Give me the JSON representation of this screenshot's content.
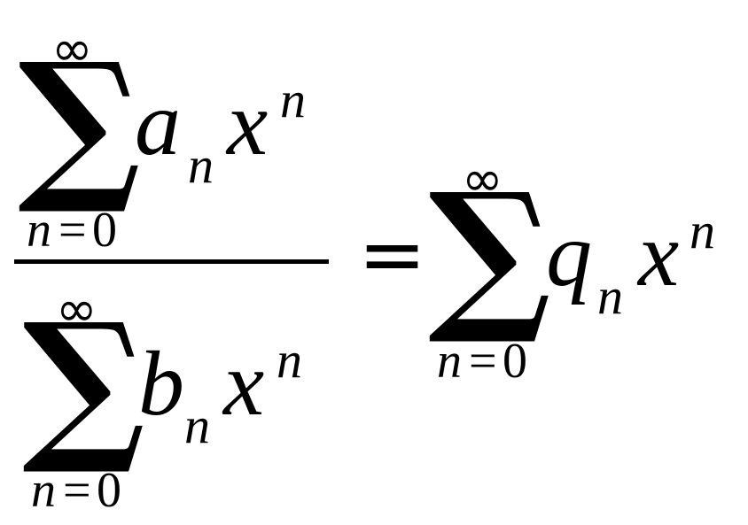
{
  "numerator": {
    "upper_limit": "∞",
    "sum_symbol": "∑",
    "coefficient": "a",
    "coefficient_index": "n",
    "variable": "x",
    "exponent": "n",
    "lower_limit_var": "n",
    "lower_limit_eq": "=",
    "lower_limit_val": "0"
  },
  "denominator": {
    "upper_limit": "∞",
    "sum_symbol": "∑",
    "coefficient": "b",
    "coefficient_index": "n",
    "variable": "x",
    "exponent": "n",
    "lower_limit_var": "n",
    "lower_limit_eq": "=",
    "lower_limit_val": "0"
  },
  "equals": "=",
  "result": {
    "upper_limit": "∞",
    "sum_symbol": "∑",
    "coefficient": "q",
    "coefficient_index": "n",
    "variable": "x",
    "exponent": "n",
    "lower_limit_var": "n",
    "lower_limit_eq": "=",
    "lower_limit_val": "0"
  }
}
